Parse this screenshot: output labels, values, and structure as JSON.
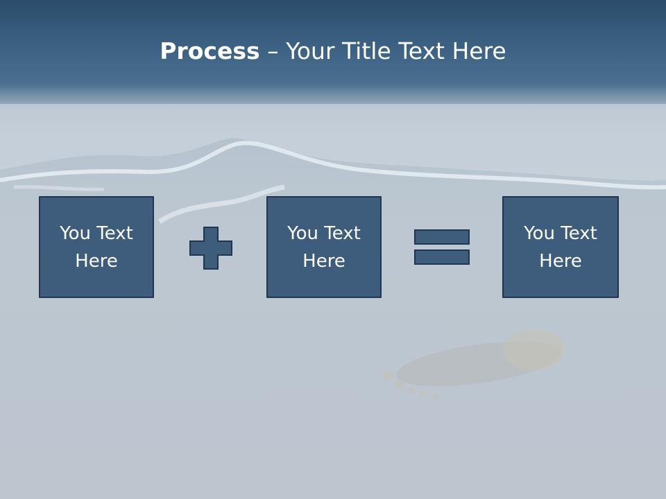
{
  "slide": {
    "title_strong": "Process",
    "title_rest": " – Your Title Text Here"
  },
  "boxes": [
    {
      "line1": "You Text",
      "line2": "Here"
    },
    {
      "line1": "You Text",
      "line2": "Here"
    },
    {
      "line1": "You Text",
      "line2": "Here"
    }
  ],
  "colors": {
    "box_fill": "#3e5d7d",
    "box_border": "#1f3550",
    "header": "#2c4d6b"
  },
  "icons": {
    "operator_1": "plus-icon",
    "operator_2": "equals-icon"
  }
}
